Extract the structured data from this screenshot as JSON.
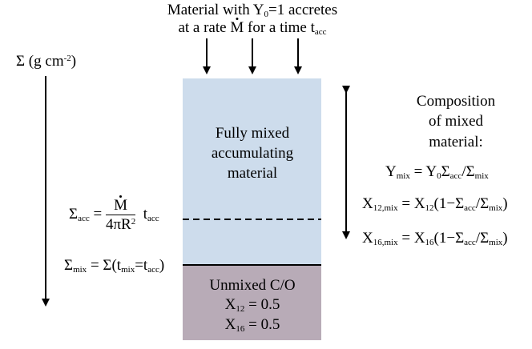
{
  "header": {
    "line1": {
      "a": "Material with Y",
      "sub": "0",
      "b": "=1 accretes"
    },
    "line2": {
      "a": "at a rate ",
      "mdot": "M",
      "b": " for a time t",
      "sub": "acc"
    }
  },
  "axis": {
    "sigma": "Σ (g cm",
    "sup": "-2",
    "close": ")"
  },
  "regions": {
    "mixed": {
      "lines": [
        "Fully mixed",
        "accumulating",
        "material"
      ],
      "color": "#cddcec"
    },
    "unmixed": {
      "title": "Unmixed C/O",
      "x12": {
        "a": "X",
        "sub": "12",
        "b": " = 0.5"
      },
      "x16": {
        "a": "X",
        "sub": "16",
        "b": " = 0.5"
      },
      "color": "#b8abb7"
    }
  },
  "labels": {
    "sigma_acc": {
      "lhs": "Σ",
      "lhs_sub": "acc",
      "eq": " = ",
      "num": "M",
      "den": "4πR",
      "den_sup": "2",
      "t": "t",
      "t_sub": "acc"
    },
    "sigma_mix": {
      "lhs": "Σ",
      "lhs_sub": "mix",
      "rhs": " = Σ(t",
      "rhs_sub1": "mix",
      "mid": "=t",
      "rhs_sub2": "acc",
      "close": ")"
    }
  },
  "composition": {
    "title": [
      "Composition",
      "of mixed",
      "material:"
    ],
    "y_mix": {
      "a": "Y",
      "a_sub": "mix",
      "b": " = Y",
      "b_sub": "0",
      "c": "Σ",
      "c_sub": "acc",
      "d": "/Σ",
      "d_sub": "mix"
    },
    "x12_mix": {
      "a": "X",
      "a_sub": "12,mix",
      "b": " = X",
      "b_sub": "12",
      "c": "(1−Σ",
      "c_sub": "acc",
      "d": "/Σ",
      "d_sub": "mix",
      "e": ")"
    },
    "x16_mix": {
      "a": "X",
      "a_sub": "16,mix",
      "b": " = X",
      "b_sub": "16",
      "c": "(1−Σ",
      "c_sub": "acc",
      "d": "/Σ",
      "d_sub": "mix",
      "e": ")"
    }
  }
}
